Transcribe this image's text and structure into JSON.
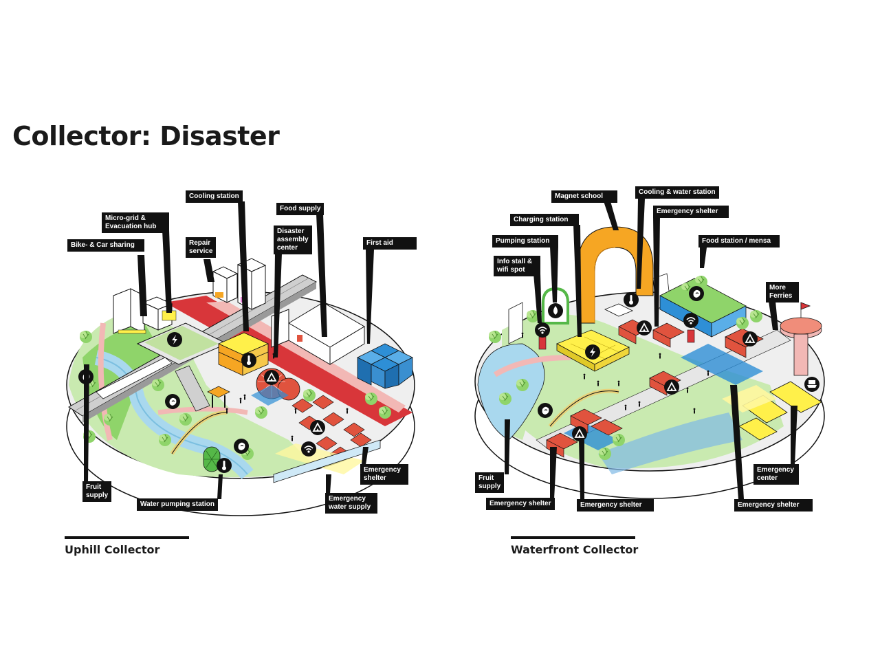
{
  "title": "Collector: Disaster",
  "uphill": {
    "caption": "Uphill Collector",
    "labels": {
      "cooling_station": "Cooling station",
      "food_supply": "Food supply",
      "micro_grid": "Micro-grid &\nEvacuation hub",
      "repair_service": "Repair\nservice",
      "disaster_assembly": "Disaster\nassembly\ncenter",
      "first_aid": "First aid",
      "bike_car_sharing": "Bike- & Car sharing",
      "fruit_supply": "Fruit\nsupply",
      "water_pumping": "Water pumping station",
      "emergency_shelter": "Emergency\nshelter",
      "emergency_water": "Emergency\nwater supply"
    }
  },
  "waterfront": {
    "caption": "Waterfront Collector",
    "labels": {
      "magnet_school": "Magnet school",
      "cooling_water": "Cooling & water station",
      "charging_station": "Charging station",
      "emergency_shelter_top": "Emergency shelter",
      "pumping_station": "Pumping station",
      "food_station": "Food station / mensa",
      "info_stall": "Info stall &\nwifi spot",
      "more_ferries": "More\nFerries",
      "fruit_supply": "Fruit\nsupply",
      "emergency_center": "Emergency\ncenter",
      "emergency_shelter_1": "Emergency shelter",
      "emergency_shelter_2": "Emergency shelter",
      "emergency_shelter_3": "Emergency shelter"
    }
  },
  "colors": {
    "green": "#8fd46a",
    "light_green": "#c9eab0",
    "water": "#a9d8ee",
    "road_red": "#d8363a",
    "road_pink": "#f2b8b5",
    "orange": "#f6a623",
    "yellow": "#fff04a",
    "blue": "#2e8fd6",
    "shelter_red": "#e0533e",
    "grey": "#d9d9d9",
    "dark": "#111111"
  },
  "icons": [
    "lightning-icon",
    "thermometer-icon",
    "tent-icon",
    "wifi-icon",
    "fruit-icon",
    "first-aid-icon",
    "water-drop-icon",
    "ferry-icon"
  ]
}
